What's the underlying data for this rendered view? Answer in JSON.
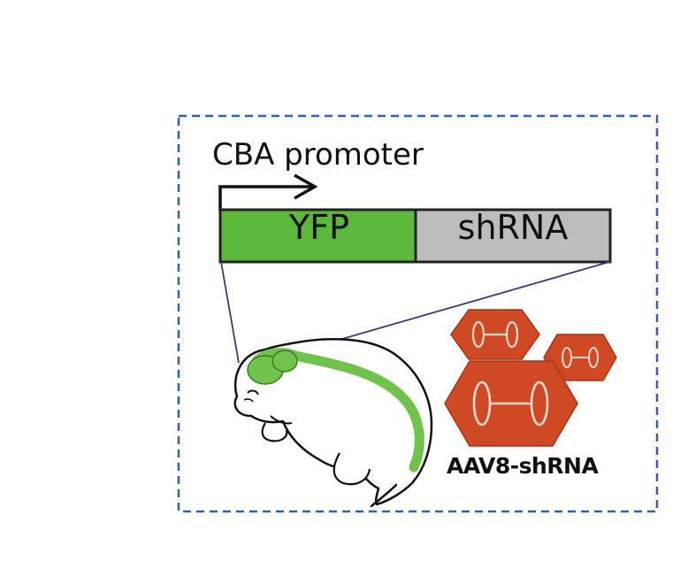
{
  "labels": {
    "promoter": "CBA promoter",
    "reporter": "YFP",
    "payload": "shRNA",
    "vector": "AAV8-shRNA"
  },
  "colors": {
    "frame_dash": "#2f63b0",
    "yfp_fill": "#5cb83a",
    "shrna_fill": "#bdbdbd",
    "outline": "#222222",
    "connector": "#3a3a7a",
    "virus_fill": "#cf4a24",
    "virus_detail": "#f7dccf",
    "mouse_green": "#6fc24a"
  },
  "icons": {
    "promoter_arrow": "right-angle-arrow-icon",
    "mouse": "neonatal-mouse-icon",
    "virus": "aav-capsid-icon"
  }
}
